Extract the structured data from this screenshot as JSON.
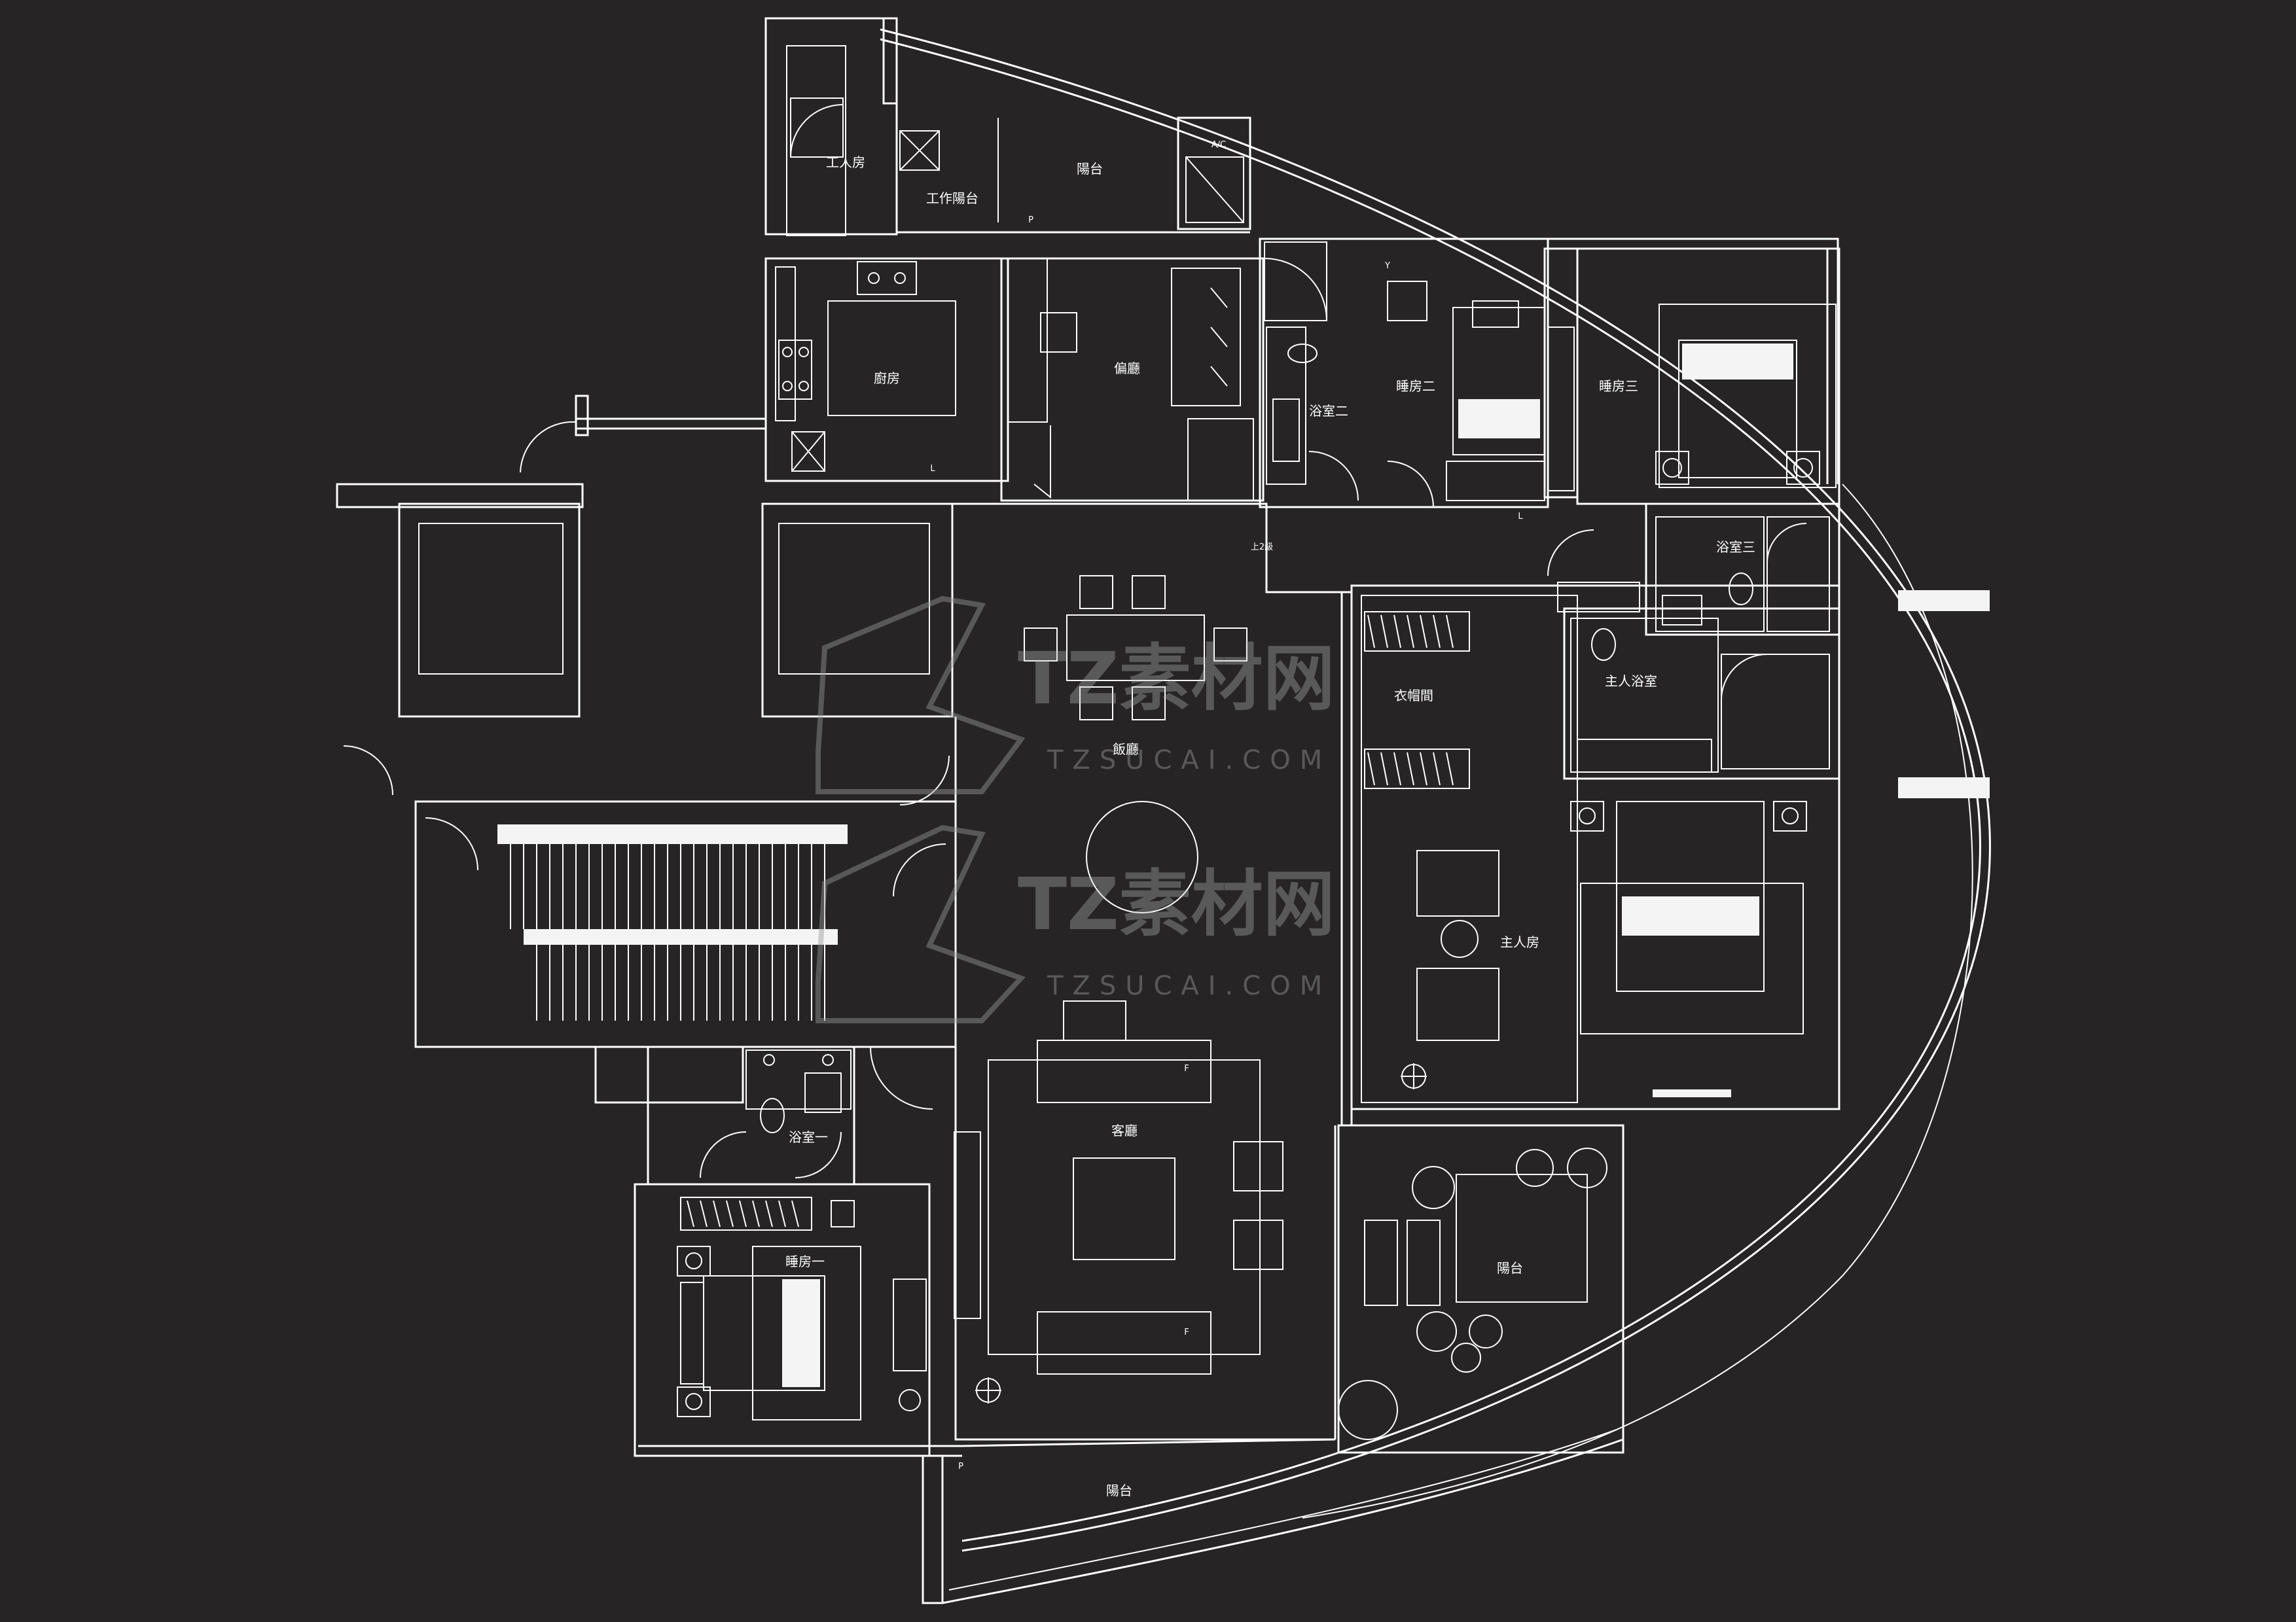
{
  "rooms": {
    "servant_room": "工人房",
    "work_balcony": "工作陽台",
    "balcony_top": "陽台",
    "ac": "A/C",
    "kitchen": "廚房",
    "side_hall": "偏廳",
    "bath_two": "浴室二",
    "bedroom_two": "睡房二",
    "bedroom_three": "睡房三",
    "bath_three": "浴室三",
    "dining": "飯廳",
    "walk_in_closet": "衣帽間",
    "master_bath": "主人浴室",
    "master_room": "主人房",
    "living": "客廳",
    "bath_one": "浴室一",
    "bedroom_one": "睡房一",
    "balcony_right": "陽台",
    "balcony_bottom": "陽台"
  },
  "marks": {
    "p_top": "P",
    "p_bottom": "P",
    "l_kitchen": "L",
    "l_bed": "L",
    "y_mark": "Y",
    "up_two": "上2級",
    "f_top": "F",
    "f_bottom": "F"
  },
  "watermark": {
    "brand": "TZ素材网",
    "domain": "TZSUCAI.COM"
  }
}
